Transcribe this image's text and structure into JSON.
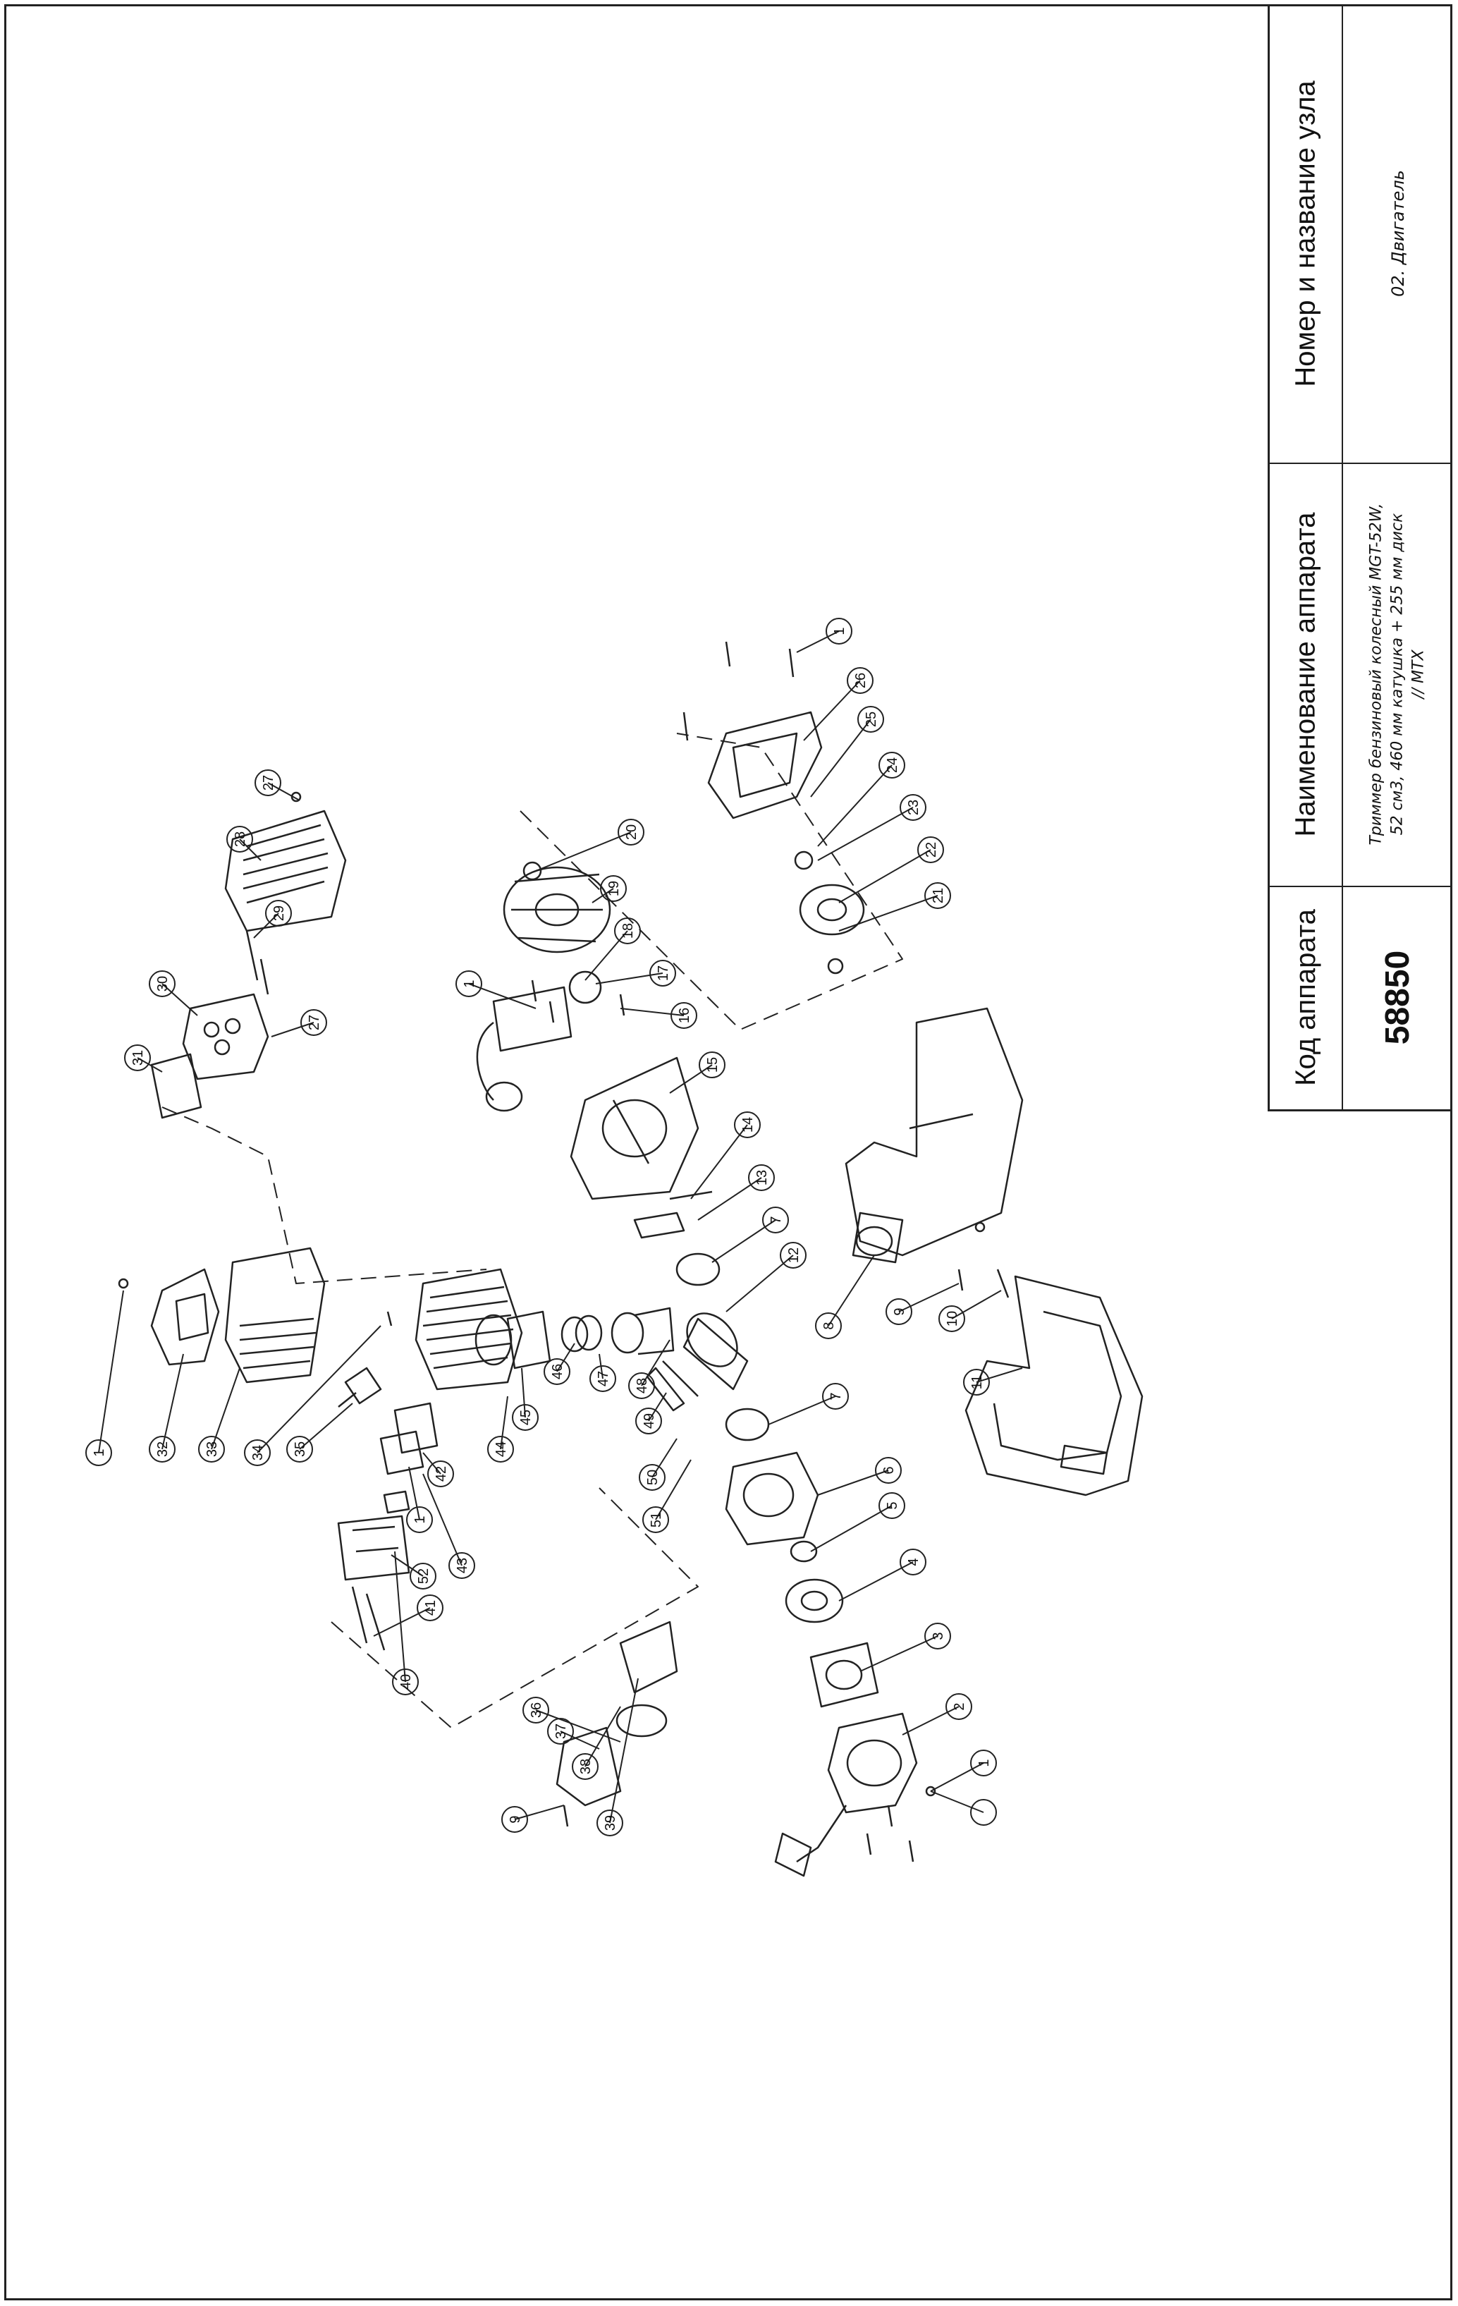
{
  "title_block": {
    "code_header": "Код аппарата",
    "code_value": "58850",
    "name_header": "Наименование аппарата",
    "name_lines": [
      "Триммер бензиновый колесный MGT-52W,",
      "52 см3, 460 мм катушка + 255 мм диск",
      "// MTX"
    ],
    "node_header": "Номер и название узла",
    "node_value": "02. Двигатель"
  },
  "callouts": [
    "1",
    "2",
    "3",
    "4",
    "5",
    "6",
    "7",
    "8",
    "9",
    "10",
    "11",
    "12",
    "13",
    "14",
    "15",
    "16",
    "17",
    "18",
    "19",
    "20",
    "21",
    "22",
    "23",
    "24",
    "25",
    "26",
    "27",
    "28",
    "29",
    "30",
    "31",
    "32",
    "33",
    "34",
    "35",
    "36",
    "37",
    "38",
    "39",
    "40",
    "41",
    "42",
    "43",
    "44",
    "45",
    "46",
    "47",
    "48",
    "49",
    "50",
    "51",
    "52"
  ]
}
